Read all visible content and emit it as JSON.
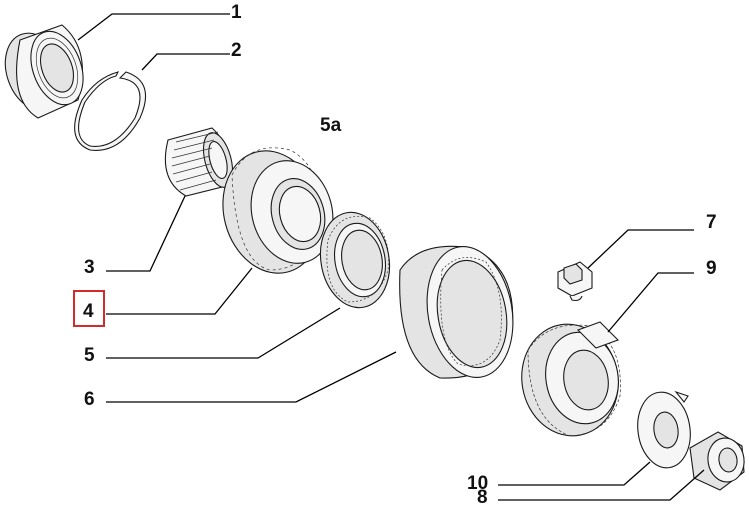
{
  "callouts": {
    "c1": "1",
    "c2": "2",
    "c3": "3",
    "c4": "4",
    "c5": "5",
    "c5a": "5a",
    "c6": "6",
    "c7": "7",
    "c8": "8",
    "c9": "9",
    "c10": "10"
  },
  "highlighted_callout": "4",
  "colors": {
    "highlight": "#d22b2b",
    "line": "#000000"
  }
}
